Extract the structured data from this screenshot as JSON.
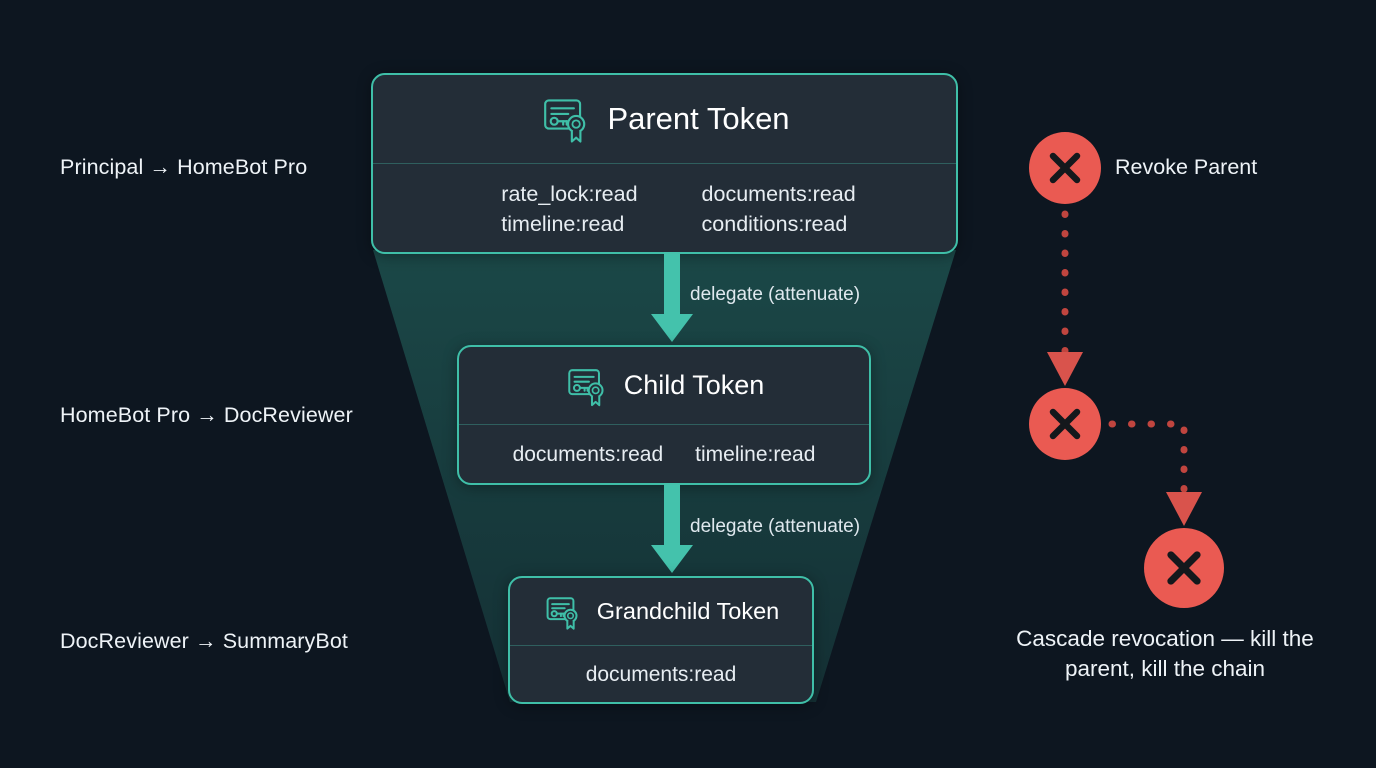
{
  "theme": {
    "background": "#0d1620",
    "accent_teal": "#3fbfa8",
    "card_fill": "#232d37",
    "danger_red": "#ea5a52",
    "dotted_red": "#c0453f",
    "funnel_fill": "rgba(46,140,125,0.30)",
    "text_primary": "#eef3f7"
  },
  "chain_labels": [
    {
      "text": "Principal → HomeBot Pro"
    },
    {
      "text": "HomeBot Pro → DocReviewer"
    },
    {
      "text": "DocReviewer → SummaryBot"
    }
  ],
  "tokens": [
    {
      "id": "parent",
      "title": "Parent Token",
      "icon": "certificate-key-icon",
      "scope_columns": [
        [
          "rate_lock:read",
          "timeline:read"
        ],
        [
          "documents:read",
          "conditions:read"
        ]
      ]
    },
    {
      "id": "child",
      "title": "Child Token",
      "icon": "certificate-key-icon",
      "scope_columns": [
        [
          "documents:read"
        ],
        [
          "timeline:read"
        ]
      ]
    },
    {
      "id": "grandchild",
      "title": "Grandchild Token",
      "icon": "certificate-key-icon",
      "scope_columns": [
        [
          "documents:read"
        ]
      ]
    }
  ],
  "delegate_edges": [
    {
      "label": "delegate (attenuate)"
    },
    {
      "label": "delegate (attenuate)"
    }
  ],
  "revocation": {
    "nodes": [
      {
        "id": "revoke-parent",
        "icon": "x-circle-icon",
        "label": "Revoke Parent"
      },
      {
        "id": "revoke-child",
        "icon": "x-circle-icon",
        "label": ""
      },
      {
        "id": "revoke-grandchild",
        "icon": "x-circle-icon",
        "label": ""
      }
    ],
    "caption_line_1": "Cascade revocation — kill the",
    "caption_line_2": "parent, kill the chain"
  }
}
